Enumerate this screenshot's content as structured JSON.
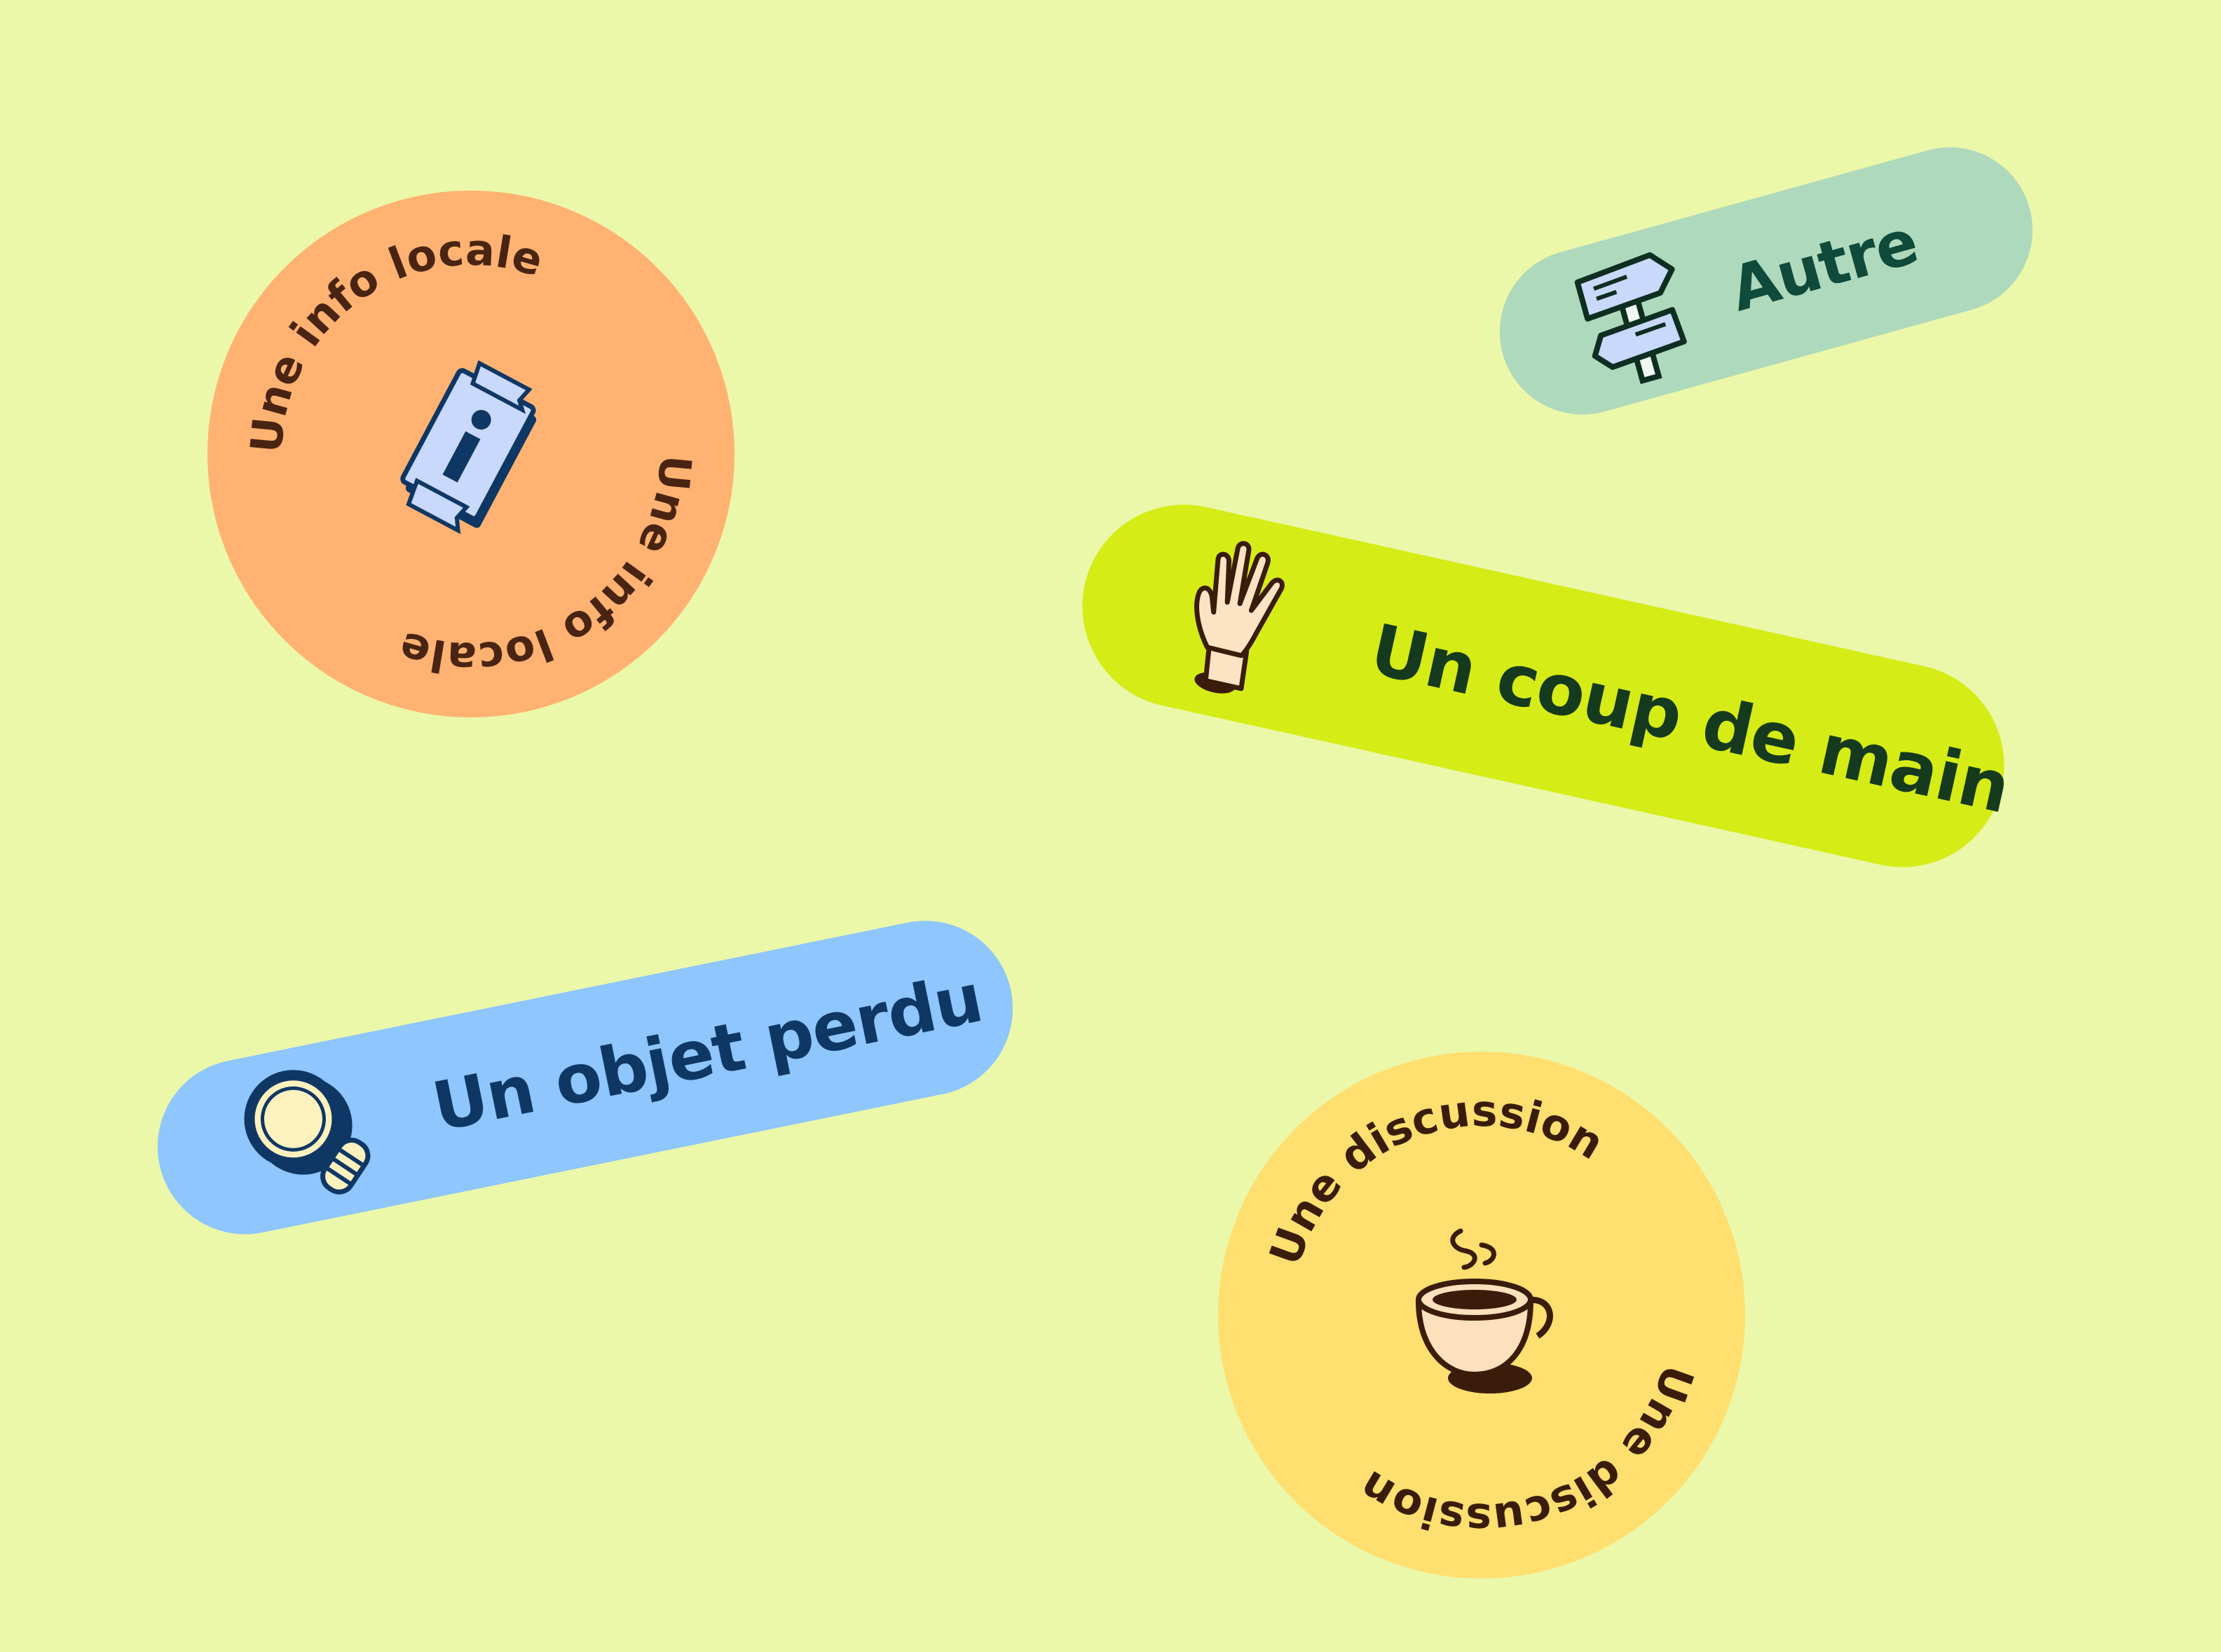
{
  "stickers": {
    "other": {
      "label": "Autre",
      "icon": "signpost-icon"
    },
    "help": {
      "label": "Un coup de main",
      "icon": "waving-hand-icon"
    },
    "lost": {
      "label": "Un objet perdu",
      "icon": "magnifying-glass-icon"
    },
    "info": {
      "label": "Une info locale",
      "icon": "info-leaflet-icon"
    },
    "talk": {
      "label": "Une discussion",
      "icon": "coffee-cup-icon"
    }
  },
  "colors": {
    "background": "#ebf7a9",
    "other": "#afd9bc",
    "help": "#d5ec17",
    "lost": "#8ec6fd",
    "info": "#ffb271",
    "talk": "#fedf6f"
  }
}
